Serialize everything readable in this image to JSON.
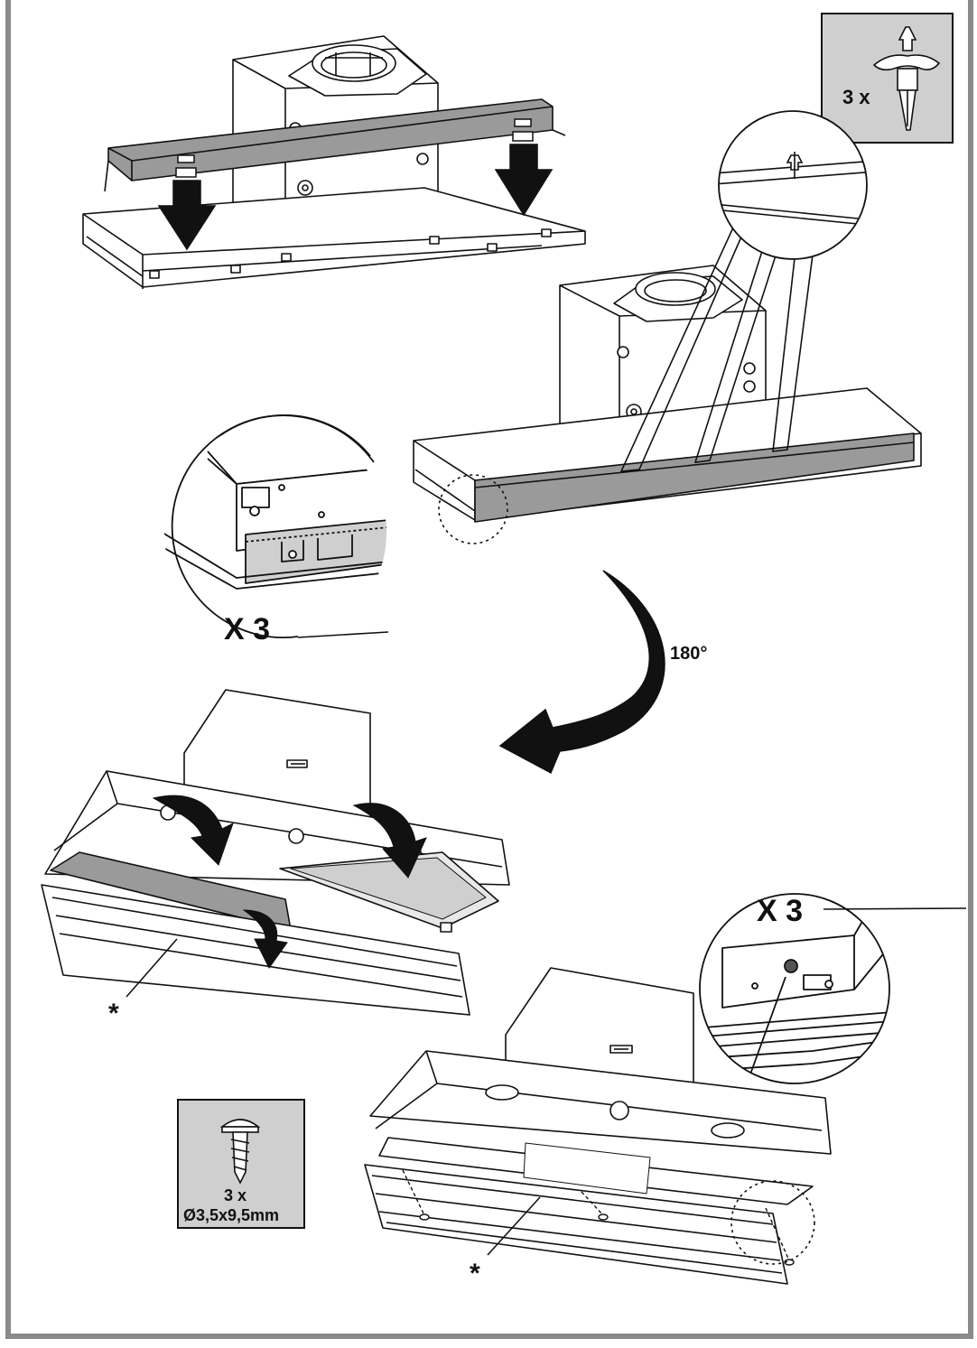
{
  "colors": {
    "frame": "#8a8a8a",
    "panel": "#cfcfcf",
    "strip": "#9a9a9a",
    "ink": "#111111",
    "paper": "#ffffff"
  },
  "icons": [
    "clip-fastener-icon",
    "screw-icon",
    "rotate-arrow-icon",
    "down-arrow-icon"
  ],
  "clip_box": {
    "qty": "3 x"
  },
  "screw_box": {
    "qty": "3 x",
    "spec": "Ø3,5x9,5mm"
  },
  "callout_top": {
    "qty": "X 3"
  },
  "callout_bottom": {
    "qty": "X 3"
  },
  "rotation": {
    "label": "180°"
  },
  "notes": {
    "asterisk_1": "*",
    "asterisk_2": "*"
  }
}
